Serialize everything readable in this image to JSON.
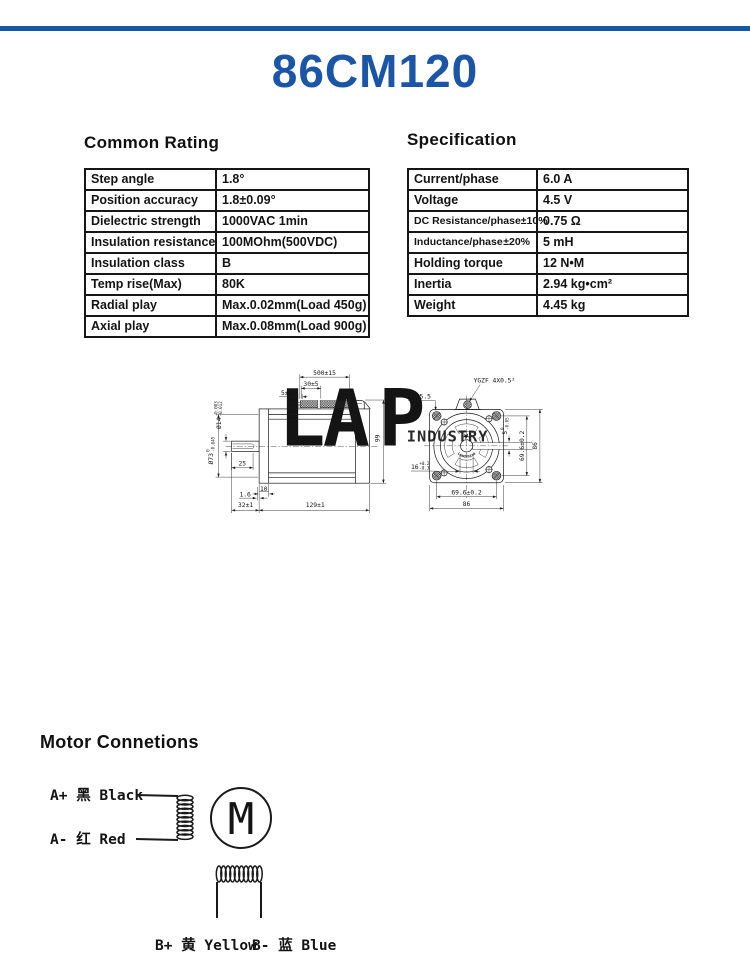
{
  "header": {
    "title": "86CM120"
  },
  "theme": {
    "accent_blue": "#1358a8",
    "title_blue": "#1b55a8"
  },
  "common_rating": {
    "heading": "Common Rating",
    "rows": [
      {
        "label": "Step angle",
        "value": "1.8°"
      },
      {
        "label": "Position accuracy",
        "value": "1.8±0.09°"
      },
      {
        "label": "Dielectric strength",
        "value": "1000VAC 1min"
      },
      {
        "label": "Insulation resistance",
        "value": "100MOhm(500VDC)"
      },
      {
        "label": "Insulation class",
        "value": "B"
      },
      {
        "label": "Temp rise(Max)",
        "value": "80K"
      },
      {
        "label": "Radial play",
        "value": "Max.0.02mm(Load 450g)"
      },
      {
        "label": "Axial play",
        "value": "Max.0.08mm(Load 900g)"
      }
    ]
  },
  "specification": {
    "heading": "Specification",
    "rows": [
      {
        "label": "Current/phase",
        "tol": "",
        "value": "6.0 A"
      },
      {
        "label": "Voltage",
        "tol": "",
        "value": "4.5 V"
      },
      {
        "label": "DC Resistance/phase",
        "tol": "±10%",
        "value": "0.75 Ω"
      },
      {
        "label": "Inductance/phase",
        "tol": "±20%",
        "value": "5 mH"
      },
      {
        "label": "Holding torque",
        "tol": "",
        "value": "12 N•M"
      },
      {
        "label": "Inertia",
        "tol": "",
        "value": "2.94 kg•cm²"
      },
      {
        "label": "Weight",
        "tol": "",
        "value": "4.45 kg"
      }
    ]
  },
  "drawing": {
    "cable_length": "500±15",
    "cable_jacket": "30±5",
    "strip_length": "5±2",
    "shaft_dia_base": "Ø14",
    "shaft_dia_tol_top": "-0.003",
    "shaft_dia_tol_bot": "-0.012",
    "pilot_dia_base": "Ø73",
    "pilot_dia_tol_top": "0",
    "pilot_dia_tol_bot": "-0.045",
    "key_length": "25",
    "shoulder": "1.6",
    "flange_thickness": "10",
    "shaft_length": "32±1",
    "body_length": "129±1",
    "height_99": "99",
    "holes_label": "4-Ø5.5",
    "cable_spec": "YGZF 4X0.5²",
    "key_width_base": "5",
    "key_width_tol_top": "0",
    "key_width_tol_bot": "-0.05",
    "bolt_spacing_v": "69.6±0.2",
    "face_size_v": "86",
    "bolt_spacing_h": "69.6±0.2",
    "face_size_h": "86",
    "key_flat_base": "16",
    "key_flat_tol_top": "+0.2",
    "key_flat_tol_bot": "-0.3",
    "brand_mark": "Leadshine"
  },
  "watermark": {
    "part1": "LA",
    "part2": "P",
    "industry": "INDUSTRY",
    "light_blue": "#8fceef",
    "orange": "#f2b360",
    "mid_blue": "#3ea6e0"
  },
  "connections": {
    "heading": "Motor Connetions",
    "a_plus": "A+ 黑 Black",
    "a_minus": "A- 红 Red",
    "b_plus": "B+ 黄 Yellow",
    "b_minus": "B- 蓝 Blue",
    "motor_symbol": "M"
  }
}
